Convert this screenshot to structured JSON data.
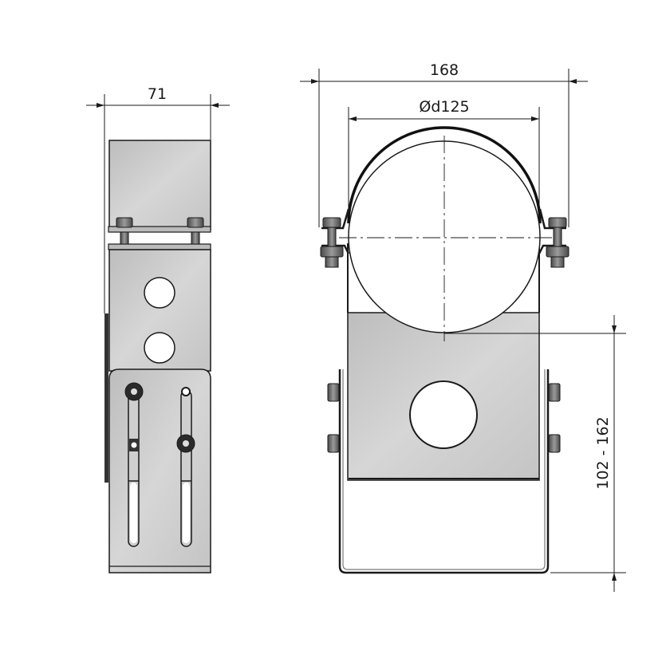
{
  "drawing": {
    "title": "Pipe clamp bracket technical drawing",
    "views": [
      "side-view",
      "front-view"
    ],
    "colors": {
      "metal_fill": "#c8c8c8",
      "metal_light": "#dcdcdc",
      "outline": "#1a1a1a",
      "bolt_dark": "#555555",
      "background": "#ffffff"
    }
  },
  "dimensions": {
    "side_width": "71",
    "overall_width": "168",
    "pipe_diameter": "Ød125",
    "height_range": "102 - 162"
  }
}
